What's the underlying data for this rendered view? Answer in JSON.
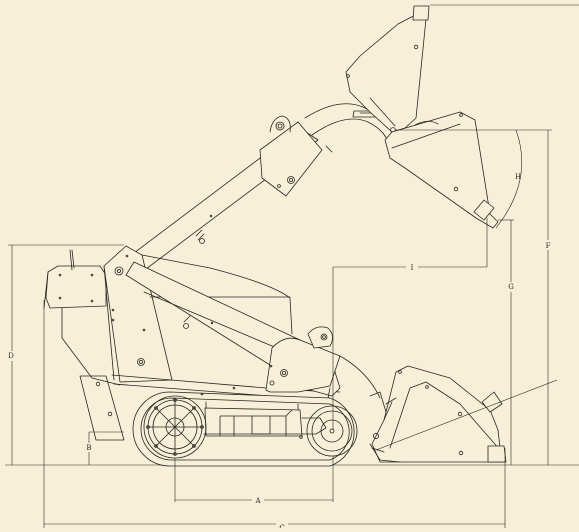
{
  "diagram": {
    "colors": {
      "background": "#f7f0d8",
      "line": "#2a2522"
    },
    "dimension_labels": {
      "A": "A",
      "B": "B",
      "C": "C",
      "D": "D",
      "F": "F",
      "G": "G",
      "H": "H",
      "I": "I"
    }
  }
}
